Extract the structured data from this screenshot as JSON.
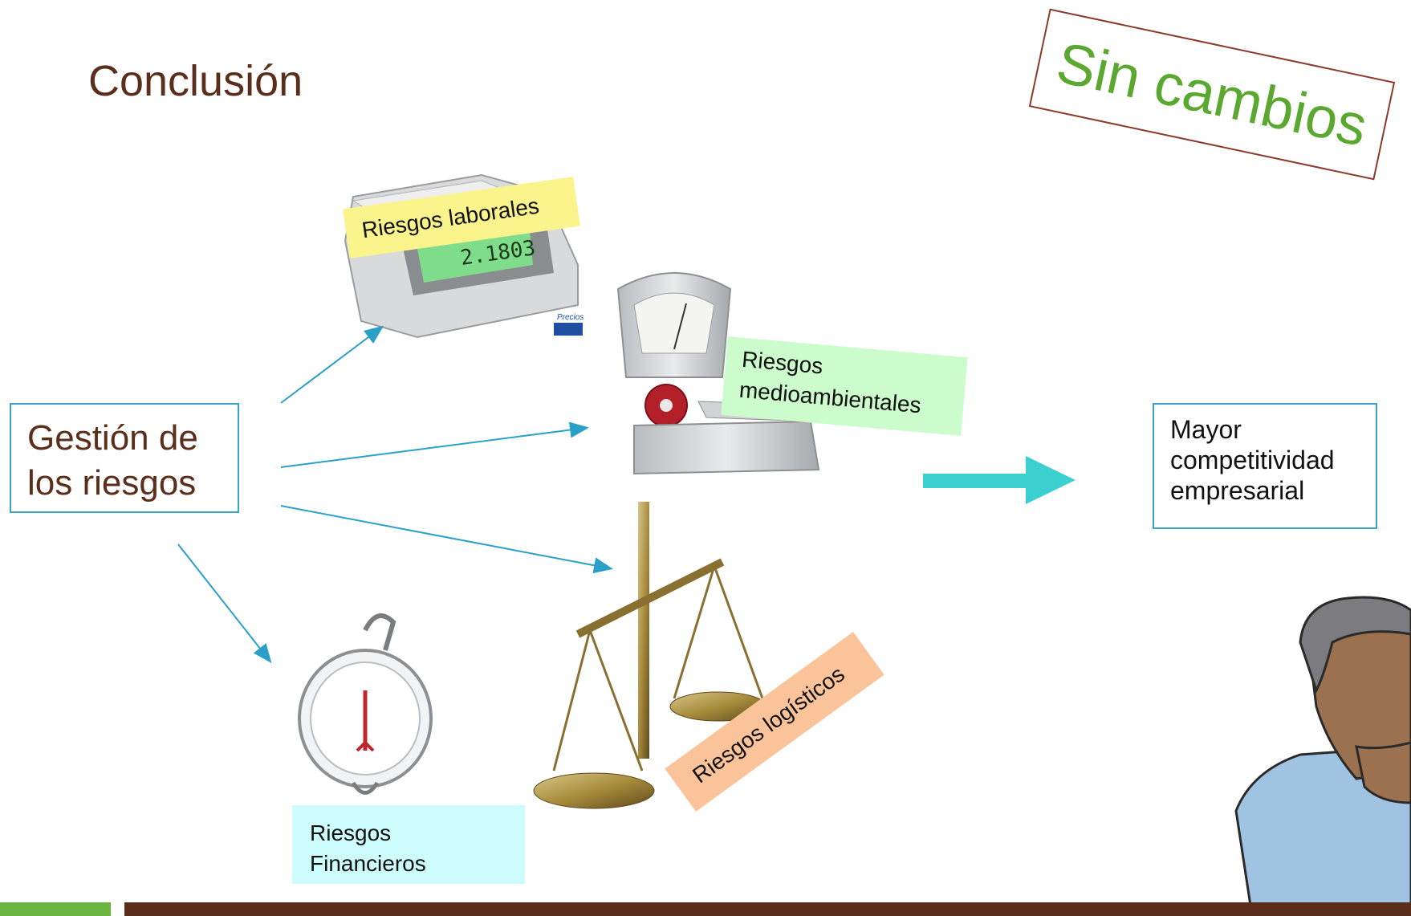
{
  "slide": {
    "title": "Conclusión",
    "stamp": "Sin cambios",
    "source": {
      "line1": "Gestión de",
      "line2": "los riesgos"
    },
    "result": {
      "line1": "Mayor",
      "line2": "competitividad",
      "line3": "empresarial"
    },
    "risks": {
      "laborales": "Riesgos laborales",
      "medio_line1": "Riesgos",
      "medio_line2": "medioambientales",
      "financieros_line1": "Riesgos",
      "financieros_line2": "Financieros",
      "logisticos": "Riesgos logísticos"
    },
    "scale_display": "2.1803",
    "small_badge": "Precios",
    "colors": {
      "title": "#5a2e1a",
      "stamp_border": "#8b3a2a",
      "stamp_text": "#5aa830",
      "box_border": "#3ba3c6",
      "arrow": "#2aa0c8",
      "big_arrow": "#3ccfcf",
      "footer_green": "#6bb440",
      "footer_brown": "#5a2e1a"
    }
  }
}
